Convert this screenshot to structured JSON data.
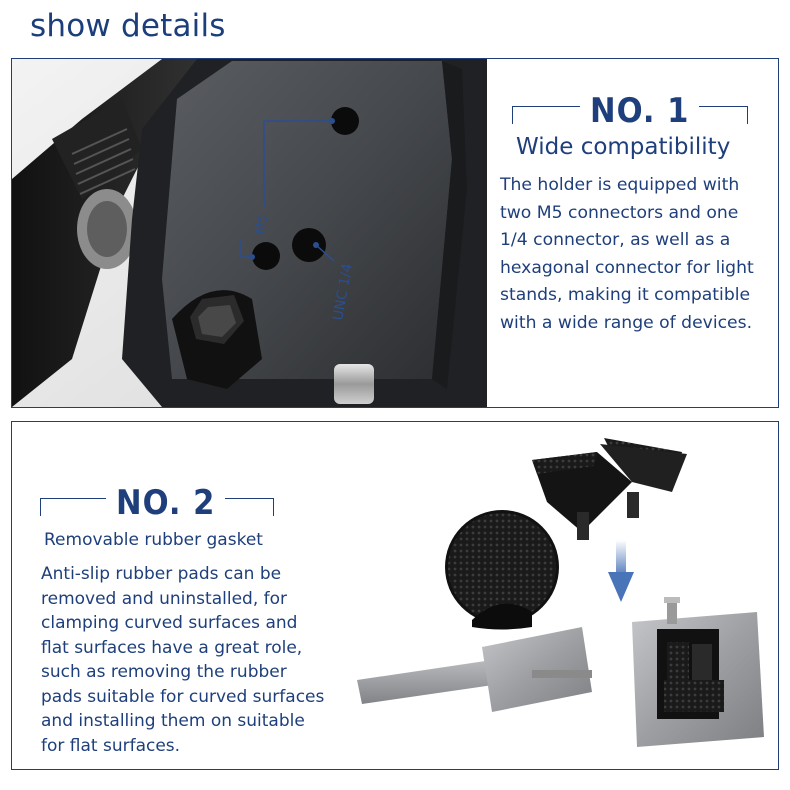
{
  "page": {
    "title": "show details"
  },
  "feature1": {
    "number": "NO. 1",
    "heading": "Wide compatibility",
    "description_lines": [
      "The holder is equipped with",
      "two M5 connectors and one",
      "1/4 connector, as well as a",
      "hexagonal connector for light",
      "stands, making it compatible",
      "with a wide range of devices."
    ],
    "photo_labels": {
      "m5": "M5",
      "unc": "UNC 1/4"
    }
  },
  "feature2": {
    "number": "NO. 2",
    "heading": "Removable rubber gasket",
    "description_lines": [
      "Anti-slip rubber pads can be",
      "removed and uninstalled, for",
      "clamping curved surfaces and",
      "flat surfaces have a great role,",
      "such as removing the rubber",
      "pads suitable for curved surfaces",
      "and installing them on suitable",
      "for flat surfaces."
    ]
  },
  "colors": {
    "accent": "#1e3f7b",
    "arrow": "#4a74b8"
  }
}
